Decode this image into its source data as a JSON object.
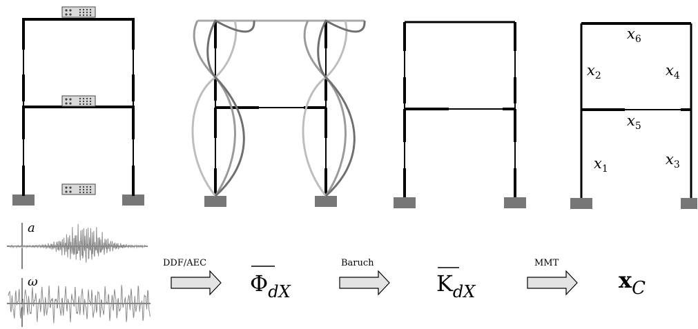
{
  "pipeline": {
    "steps": [
      {
        "label": "DDF/AEC"
      },
      {
        "label": "Baruch"
      },
      {
        "label": "MMT"
      }
    ],
    "symbols": {
      "phi": {
        "main": "Φ",
        "sub": "dX"
      },
      "k": {
        "main": "K",
        "sub": "dX"
      },
      "x": {
        "main": "x",
        "sub": "C"
      }
    }
  },
  "frame_labels": {
    "x1": {
      "base": "x",
      "sub": "1"
    },
    "x2": {
      "base": "x",
      "sub": "2"
    },
    "x3": {
      "base": "x",
      "sub": "3"
    },
    "x4": {
      "base": "x",
      "sub": "4"
    },
    "x5": {
      "base": "x",
      "sub": "5"
    },
    "x6": {
      "base": "x",
      "sub": "6"
    }
  },
  "signals": {
    "accel_label": "a",
    "freq_label": "ω"
  },
  "colors": {
    "ink": "#000000",
    "support": "#777777",
    "sensor": "#d9d9d9",
    "arrow_fill": "#e3e3e3",
    "mode1": "#bdbdbd",
    "mode2": "#9a9a9a",
    "mode3": "#6f6f6f",
    "signal": "#8a8a8a"
  }
}
